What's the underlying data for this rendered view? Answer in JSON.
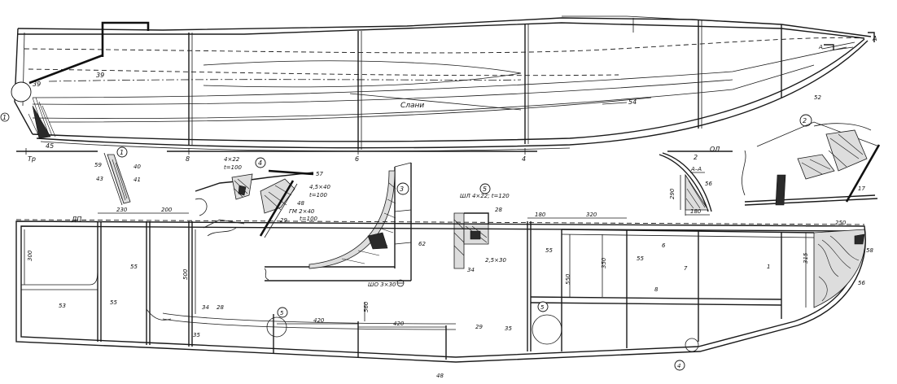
{
  "side_view": {
    "labels": {
      "l39a": "39",
      "l39b": "39",
      "l45": "45",
      "l54": "54",
      "l52": "52",
      "slani": "Слани",
      "tr": "Тр",
      "st8": "8",
      "st6": "6",
      "st4": "4",
      "st2": "2",
      "ol": "ОЛ",
      "aa_top": "A",
      "aa_mid": "A"
    },
    "callout_1": "1"
  },
  "detail_1": {
    "callout": "1",
    "l59": "59",
    "l40": "40",
    "l43": "43",
    "l41": "41"
  },
  "detail_4": {
    "callout": "4",
    "size_top": "4×22",
    "t_top": "t=100",
    "l57": "57",
    "size_right": "4,5×40",
    "t_right": "t=100",
    "l48": "48",
    "gm": "ГМ 2×40",
    "t_gm": "t=100",
    "l29": "29"
  },
  "detail_3": {
    "callout": "3",
    "l62": "62",
    "sh": "ШО 3×30"
  },
  "detail_5": {
    "callout": "5",
    "shl": "ШЛ 4×22; t=120",
    "l28": "28",
    "l34": "34",
    "dim": "2,5×30"
  },
  "section_aa": {
    "title": "A–A",
    "l56": "56",
    "dim_h": "290",
    "dim_w": "180"
  },
  "detail_2": {
    "callout": "2",
    "l17": "17"
  },
  "plan_view": {
    "dp": "ДП",
    "d230": "230",
    "d200": "200",
    "d300": "300",
    "d500": "500",
    "d420a": "420",
    "d560": "560",
    "d420b": "420",
    "d180": "180",
    "d320": "320",
    "d550": "550",
    "d350": "350",
    "d250": "250",
    "d315": "315",
    "l53": "53",
    "l55a": "55",
    "l55b": "55",
    "l55c": "55",
    "l55d": "55",
    "l34": "34",
    "l28": "28",
    "l35a": "35",
    "l35b": "35",
    "l29": "29",
    "l48": "48",
    "l6": "6",
    "l7": "7",
    "l8": "8",
    "l1": "1",
    "l58": "58",
    "l56": "56",
    "c5a": "5",
    "c5b": "5",
    "c4": "4"
  }
}
